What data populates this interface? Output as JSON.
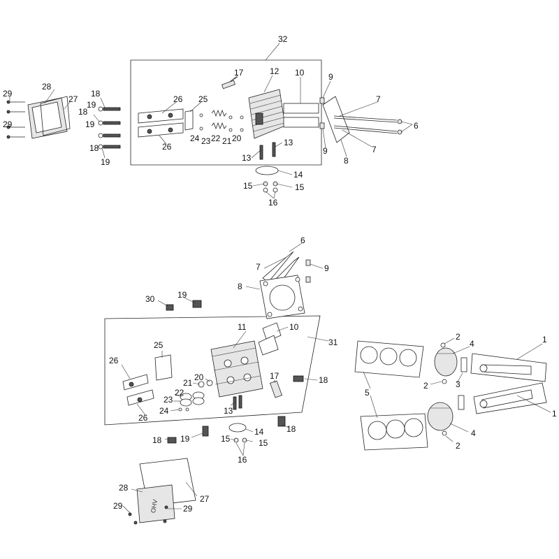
{
  "labels": {
    "l1": "1",
    "l2": "2",
    "l3": "3",
    "l4": "4",
    "l5": "5",
    "l6": "6",
    "l7": "7",
    "l8": "8",
    "l9": "9",
    "l10": "10",
    "l11": "11",
    "l12": "12",
    "l13": "13",
    "l14": "14",
    "l15": "15",
    "l16": "16",
    "l17": "17",
    "l18": "18",
    "l19": "19",
    "l20": "20",
    "l21": "21",
    "l22": "22",
    "l23": "23",
    "l24": "24",
    "l25": "25",
    "l26": "26",
    "l27": "27",
    "l28": "28",
    "l29": "29",
    "l30": "30",
    "l31": "31",
    "l32": "32"
  },
  "colors": {
    "line": "#222222",
    "part_fill": "#e6e6e6",
    "dark_fill": "#555555"
  }
}
